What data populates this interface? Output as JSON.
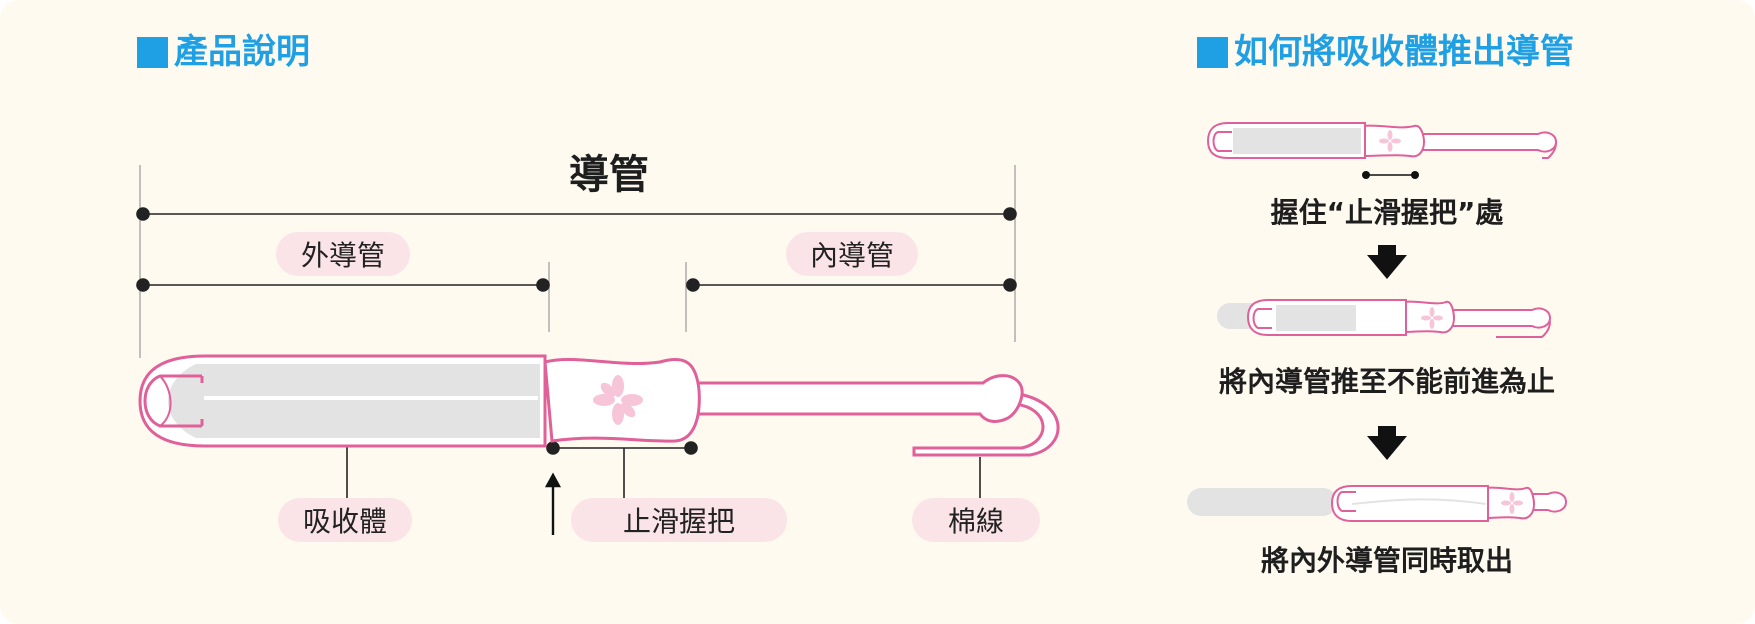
{
  "left_section": {
    "title": "產品說明",
    "applicator_label": "導管",
    "outer_tube_label": "外導管",
    "inner_tube_label": "內導管",
    "absorbent_label": "吸收體",
    "grip_label": "止滑握把",
    "string_label": "棉線"
  },
  "right_section": {
    "title": "如何將吸收體推出導管",
    "step1_text": "握住“止滑握把”處",
    "step2_text": "將內導管推至不能前進為止",
    "step3_text": "將內外導管同時取出"
  },
  "colors": {
    "title_blue": "#1f9fe4",
    "pink_outline": "#e0609a",
    "pill_bg": "#fae4e8",
    "background": "#fefaf0",
    "absorbent_gray": "#e3e3e3"
  },
  "icons": [
    "flower-icon",
    "down-arrow-icon",
    "up-arrow-icon"
  ]
}
